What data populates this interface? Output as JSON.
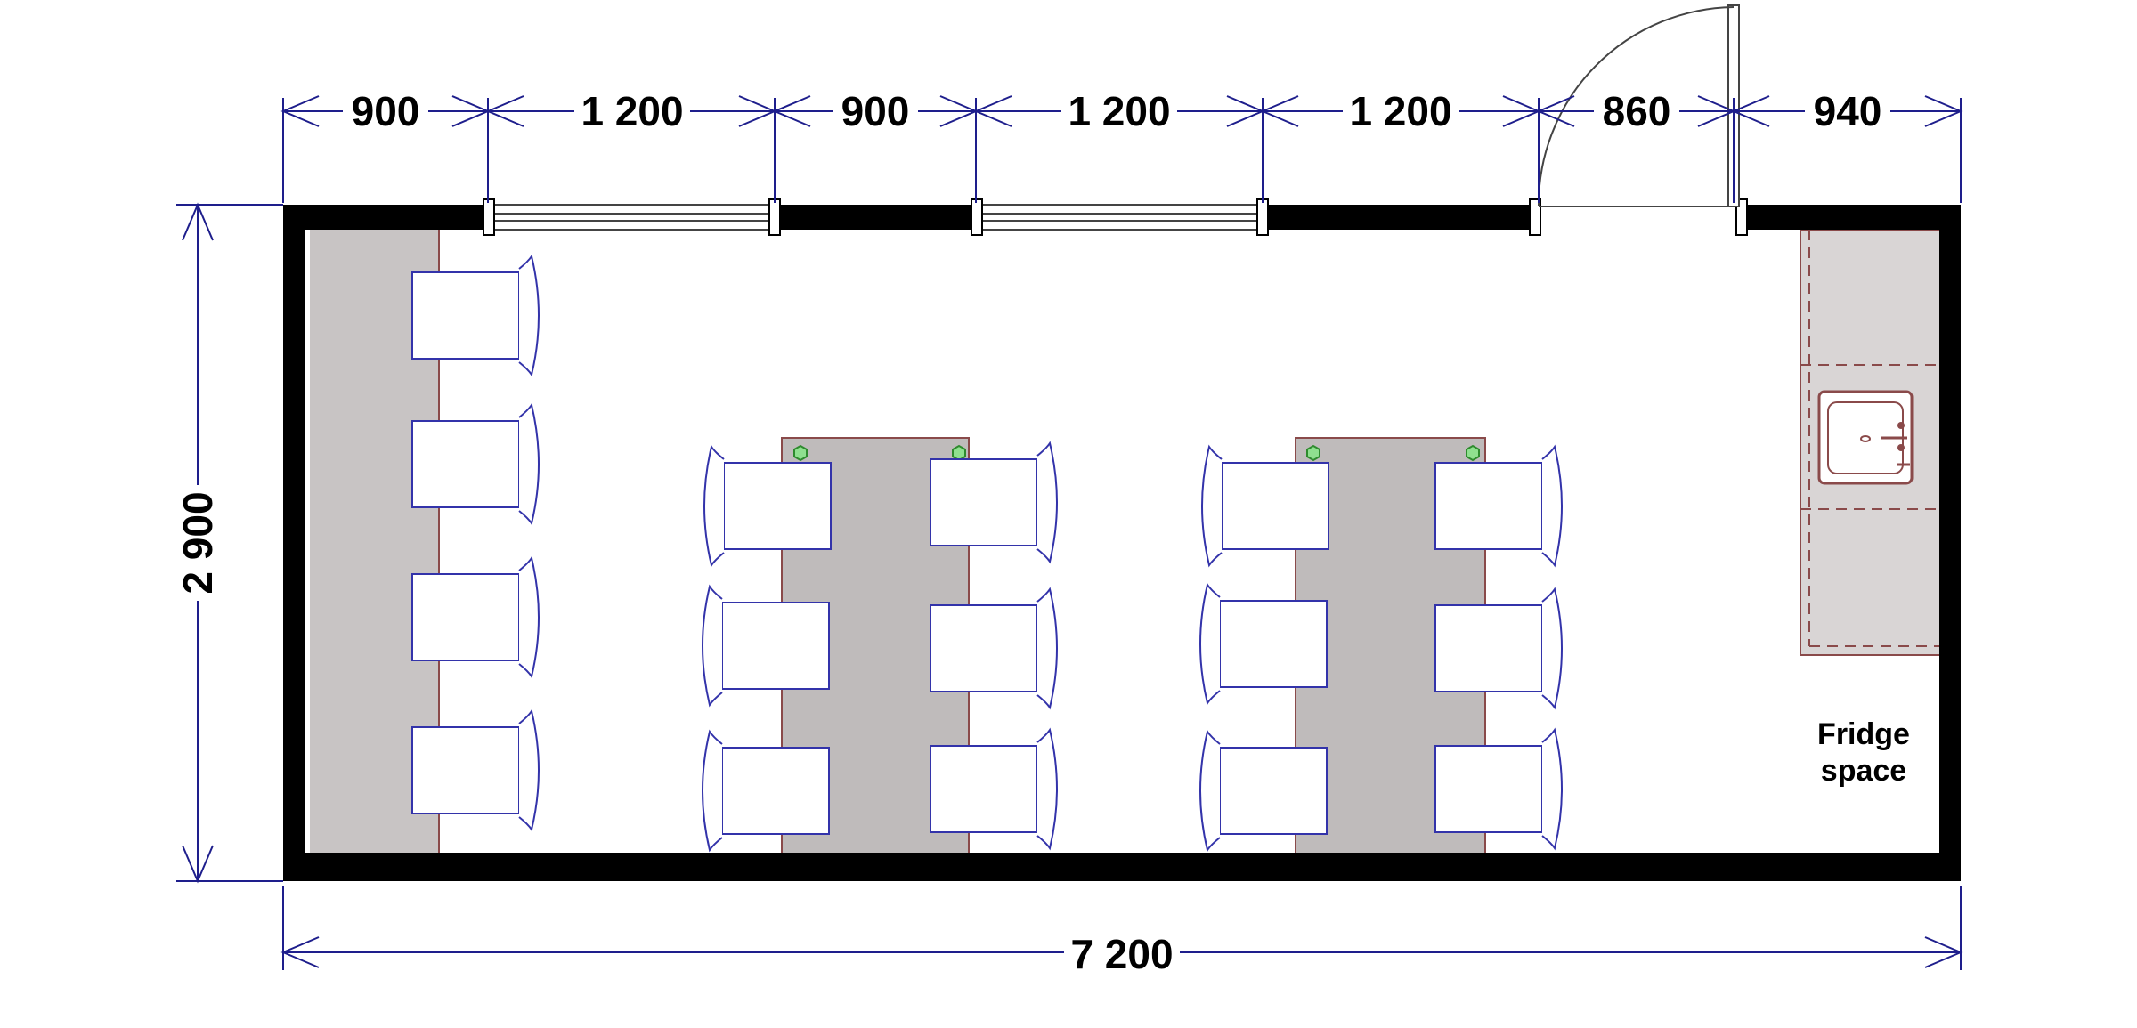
{
  "plan": {
    "top_dimensions": [
      "900",
      "1 200",
      "900",
      "1 200",
      "1 200",
      "860",
      "940"
    ],
    "overall_length": "7 200",
    "overall_width": "2 900",
    "fridge_label_line1": "Fridge",
    "fridge_label_line2": "space",
    "colors": {
      "wall": "#000000",
      "dimension": "#1e1e8c",
      "bench": "#c8c4c4",
      "table": "#bfbbbb",
      "chair_outline": "#3333aa",
      "counter": "#d9d5d5",
      "counter_outline": "#8a4a4a",
      "socket": "#2e8b2e"
    },
    "door_icon": "door-swing-icon",
    "sink_icon": "sink-icon",
    "window_icon": "window-icon"
  }
}
